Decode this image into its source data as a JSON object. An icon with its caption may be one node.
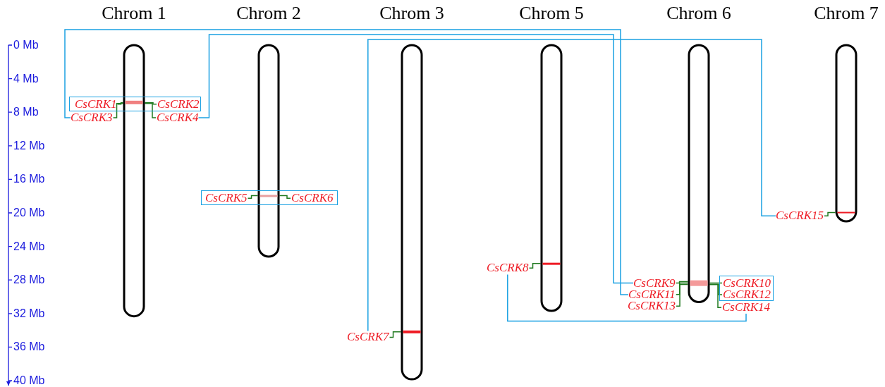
{
  "diagram": {
    "nodes": [
      {
        "text": [
          "Chrom 1"
        ]
      },
      {
        "text": [
          "Chrom 2"
        ]
      },
      {
        "text": [
          "Chrom 3"
        ]
      },
      {
        "text": [
          "Chrom 5"
        ]
      },
      {
        "text": [
          "Chrom 6"
        ]
      },
      {
        "text": [
          "Chrom 7"
        ]
      },
      {
        "text": [],
        "shape": "box"
      },
      {
        "text": [
          "CsCRK1"
        ],
        "in": 6
      },
      {
        "text": [
          "CsCRK2"
        ],
        "in": 6
      },
      {
        "text": [
          "CsCRK3"
        ]
      },
      {
        "text": [
          "CsCRK4"
        ]
      },
      {
        "text": [],
        "shape": "box"
      },
      {
        "text": [
          "CsCRK5"
        ],
        "in": 11
      },
      {
        "text": [
          "CsCRK6"
        ],
        "in": 11
      },
      {
        "text": [
          "CsCRK15"
        ]
      },
      {
        "text": [
          "CsCRK8"
        ]
      },
      {
        "text": [
          "CsCRK9"
        ]
      },
      {
        "text": [],
        "shape": "box"
      },
      {
        "text": [
          "CsCRK10"
        ],
        "in": 17
      },
      {
        "text": [
          "CsCRK12"
        ],
        "in": 17
      },
      {
        "text": [
          "CsCRK11"
        ]
      },
      {
        "text": [
          "CsCRK13"
        ]
      },
      {
        "text": [
          "CsCRK14"
        ]
      },
      {
        "text": [
          "CsCRK7"
        ]
      }
    ],
    "edges": [
      {
        "from": 7,
        "to": 0,
        "arrow": "none"
      },
      {
        "from": 8,
        "to": 0,
        "arrow": "none"
      },
      {
        "from": 9,
        "to": 0,
        "arrow": "none"
      },
      {
        "from": 10,
        "to": 0,
        "arrow": "none"
      },
      {
        "from": 12,
        "to": 1,
        "arrow": "none"
      },
      {
        "from": 13,
        "to": 1,
        "arrow": "none"
      },
      {
        "from": 23,
        "to": 2,
        "arrow": "none"
      },
      {
        "from": 15,
        "to": 3,
        "arrow": "none"
      },
      {
        "from": 16,
        "to": 4,
        "arrow": "none"
      },
      {
        "from": 18,
        "to": 4,
        "arrow": "none"
      },
      {
        "from": 19,
        "to": 4,
        "arrow": "none"
      },
      {
        "from": 20,
        "to": 4,
        "arrow": "none"
      },
      {
        "from": 21,
        "to": 4,
        "arrow": "none"
      },
      {
        "from": 22,
        "to": 4,
        "arrow": "none"
      },
      {
        "from": 14,
        "to": 5,
        "arrow": "none"
      },
      {
        "from": 10,
        "to": 16,
        "arrow": "none",
        "color": "#1ba1e2"
      },
      {
        "from": 9,
        "to": 20,
        "arrow": "none",
        "color": "#1ba1e2"
      },
      {
        "from": 15,
        "to": 22,
        "arrow": "none",
        "color": "#1ba1e2"
      },
      {
        "from": 23,
        "to": 14,
        "arrow": "none",
        "color": "#1ba1e2"
      }
    ],
    "labels": [
      "0 Mb",
      "4 Mb",
      "8 Mb",
      "12 Mb",
      "16 Mb",
      "20 Mb",
      "24 Mb",
      "28 Mb",
      "32 Mb",
      "36 Mb",
      "40 Mb"
    ]
  }
}
